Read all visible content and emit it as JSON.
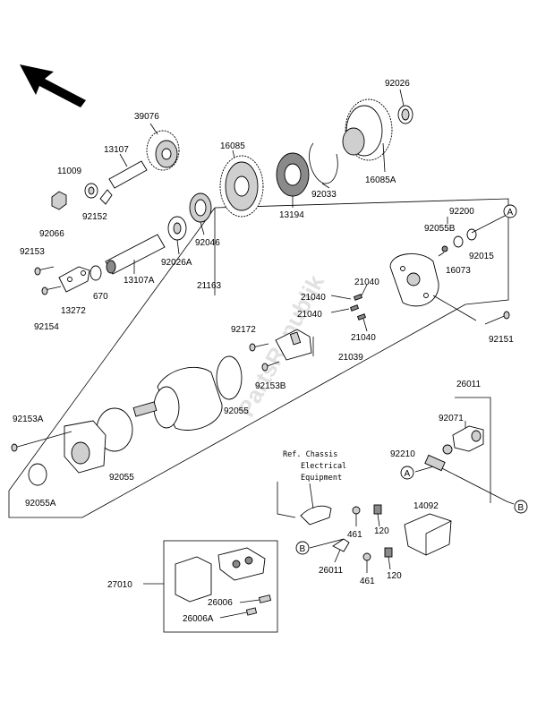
{
  "diagram": {
    "watermark": "PartsRepublik",
    "ref_note": [
      "Ref. Chassis",
      "Electrical",
      "Equipment"
    ],
    "circle_markers": {
      "a": "A",
      "b": "B"
    },
    "labels": {
      "n92026": "92026",
      "n39076": "39076",
      "n16085": "16085",
      "n13107": "13107",
      "n11009": "11009",
      "n92152": "92152",
      "n92066": "92066",
      "n92033": "92033",
      "n16085A": "16085A",
      "n13194": "13194",
      "n92046": "92046",
      "n92026A": "92026A",
      "n13107A": "13107A",
      "n92153": "92153",
      "n670": "670",
      "n13272": "13272",
      "n92154": "92154",
      "n21163": "21163",
      "n92200": "92200",
      "n92055B": "92055B",
      "n92015": "92015",
      "n16073": "16073",
      "n21040a": "21040",
      "n21040b": "21040",
      "n21040c": "21040",
      "n21040d": "21040",
      "n92172": "92172",
      "n21039": "21039",
      "n92151": "92151",
      "n92153B": "92153B",
      "n92055": "92055",
      "n92153A": "92153A",
      "n92055x": "92055",
      "n92055A": "92055A",
      "n26011": "26011",
      "n92071": "92071",
      "n92210": "92210",
      "n461a": "461",
      "n120a": "120",
      "n14092": "14092",
      "n27010": "27010",
      "n26011b": "26011",
      "n461b": "461",
      "n120b": "120",
      "n26006": "26006",
      "n26006A": "26006A"
    }
  }
}
